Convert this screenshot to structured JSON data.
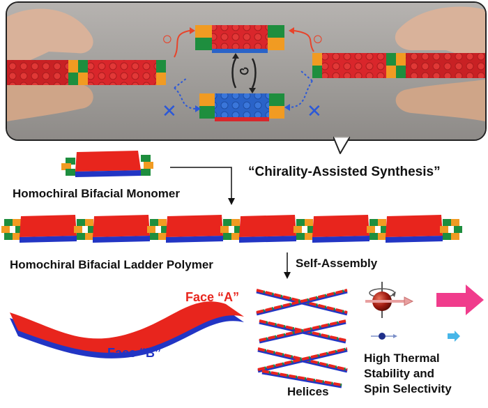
{
  "photo": {
    "allowed_symbol": "○",
    "forbidden_symbol": "✕",
    "colors": {
      "red": "#d9262b",
      "blue": "#2a63c8",
      "green": "#1e8e3e",
      "orange": "#f19b22",
      "accent_red": "#e8432a",
      "accent_blue": "#2b58d8"
    }
  },
  "labels": {
    "caption": "“Chirality-Assisted Synthesis”",
    "monomer": "Homochiral Bifacial Monomer",
    "polymer": "Homochiral Bifacial Ladder Polymer",
    "self_assembly": "Self-Assembly",
    "face_a": "Face “A”",
    "face_b": "Face “B”",
    "helices": "Helices",
    "property_line1": "High Thermal",
    "property_line2": "Stability and",
    "property_line3": "Spin Selectivity"
  },
  "colors": {
    "face_a": "#e8251d",
    "face_b": "#2235c4",
    "spin_arrow": "#f03c8c",
    "spin_arrow_small": "#47b6e8"
  }
}
